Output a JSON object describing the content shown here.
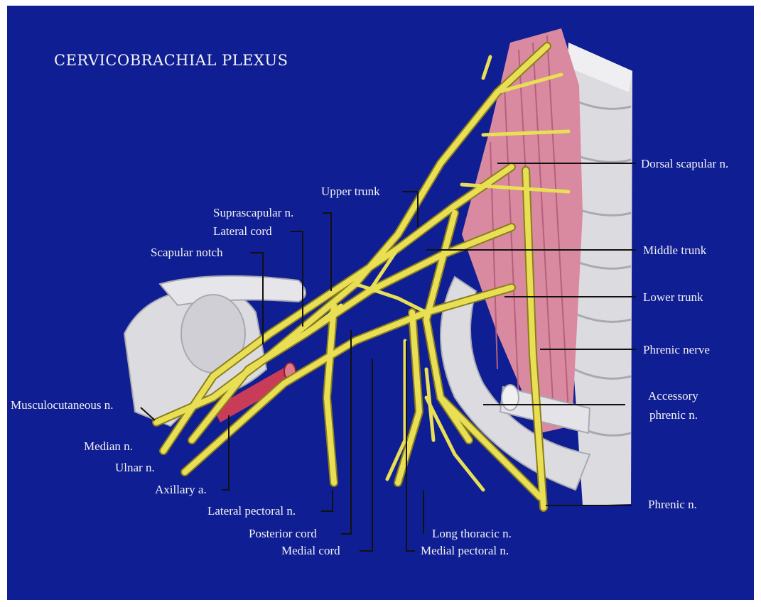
{
  "title": "CERVICOBRACHIAL PLEXUS",
  "colors": {
    "frame": "#ffffff",
    "background": "#0f1e92",
    "text": "#f4f4f4",
    "leader": "#111111",
    "nerve": "#e9df55",
    "nerve_edge": "#8a7d1d",
    "bone": "#dcdce0",
    "bone_shade": "#a9a9b2",
    "muscle": "#d98aa0",
    "artery": "#c83c58"
  },
  "labels": {
    "dorsal_scapular": "Dorsal scapular n.",
    "upper_trunk": "Upper trunk",
    "suprascapular": "Suprascapular n.",
    "lateral_cord": "Lateral cord",
    "scapular_notch": "Scapular notch",
    "middle_trunk": "Middle trunk",
    "lower_trunk": "Lower trunk",
    "phrenic_nerve": "Phrenic nerve",
    "accessory_phrenic_1": "Accessory",
    "accessory_phrenic_2": "phrenic n.",
    "musculocutaneous": "Musculocutaneous n.",
    "median": "Median n.",
    "ulnar": "Ulnar n.",
    "axillary_a": "Axillary a.",
    "lateral_pectoral": "Lateral pectoral n.",
    "posterior_cord": "Posterior cord",
    "medial_cord": "Medial cord",
    "long_thoracic": "Long thoracic n.",
    "medial_pectoral": "Medial pectoral n.",
    "phrenic_n": "Phrenic n."
  }
}
